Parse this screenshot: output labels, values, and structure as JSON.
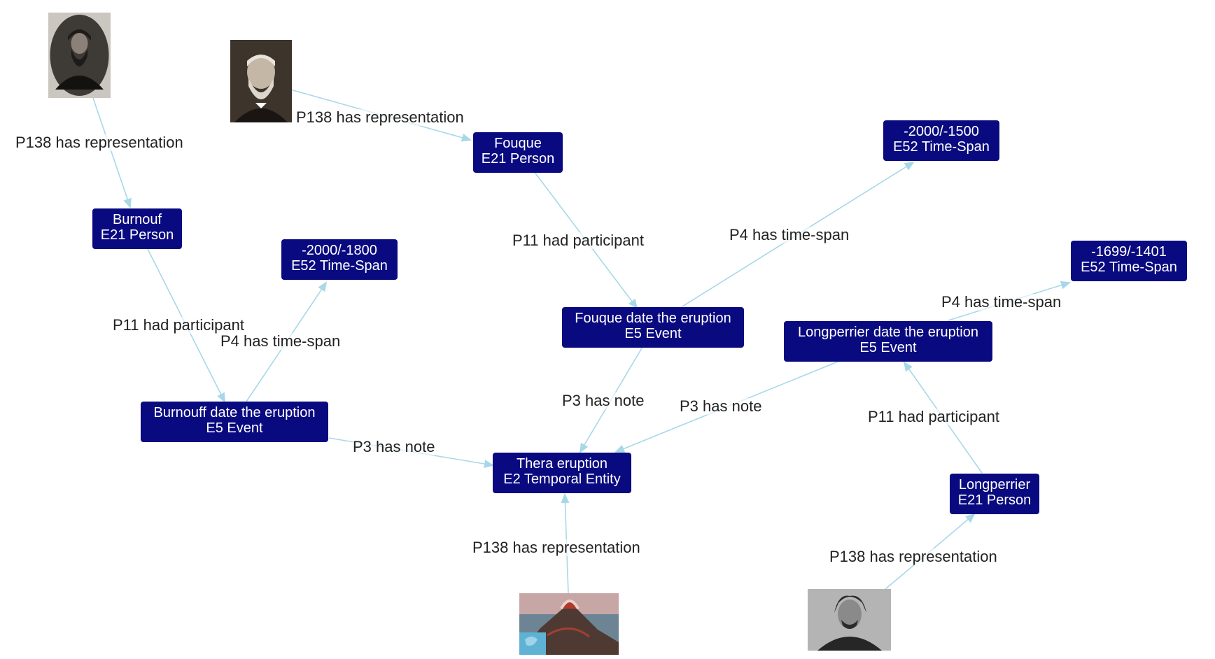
{
  "colors": {
    "node_bg": "#0a0a80",
    "node_text": "#ffffff",
    "edge": "#a8d8e8",
    "label_text": "#222222"
  },
  "nodes": {
    "burnouf": {
      "name": "Burnouf",
      "type": "E21 Person"
    },
    "fouque": {
      "name": "Fouque",
      "type": "E21 Person"
    },
    "ts_2000_1500": {
      "name": "-2000/-1500",
      "type": "E52 Time-Span"
    },
    "ts_2000_1800": {
      "name": "-2000/-1800",
      "type": "E52 Time-Span"
    },
    "ts_1699_1401": {
      "name": "-1699/-1401",
      "type": "E52 Time-Span"
    },
    "fouque_date": {
      "name": "Fouque date the eruption",
      "type": "E5 Event"
    },
    "longperrier_date": {
      "name": "Longperrier date the eruption",
      "type": "E5 Event"
    },
    "burnouff_date": {
      "name": "Burnouff date the eruption",
      "type": "E5 Event"
    },
    "thera": {
      "name": "Thera eruption",
      "type": "E2 Temporal Entity"
    },
    "longperrier": {
      "name": "Longperrier",
      "type": "E21 Person"
    }
  },
  "edges": {
    "p138_burnouf": "P138 has representation",
    "p138_fouque": "P138 has representation",
    "p4_fouque": "P4 has time-span",
    "p11_fouque": "P11 had participant",
    "p4_longperrier": "P4 has time-span",
    "p11_burnouf": "P11 had participant",
    "p4_burnouff": "P4 has time-span",
    "p3_fouque": "P3 has note",
    "p3_longperrier": "P3 has note",
    "p11_longperrier": "P11 had participant",
    "p3_burnouff": "P3 has note",
    "p138_thera": "P138 has representation",
    "p138_longperrier": "P138 has representation"
  },
  "images": {
    "burnouf_portrait": "portrait-icon",
    "fouque_portrait": "portrait-icon",
    "thera_image": "volcano-icon",
    "longperrier_portrait": "portrait-icon"
  }
}
